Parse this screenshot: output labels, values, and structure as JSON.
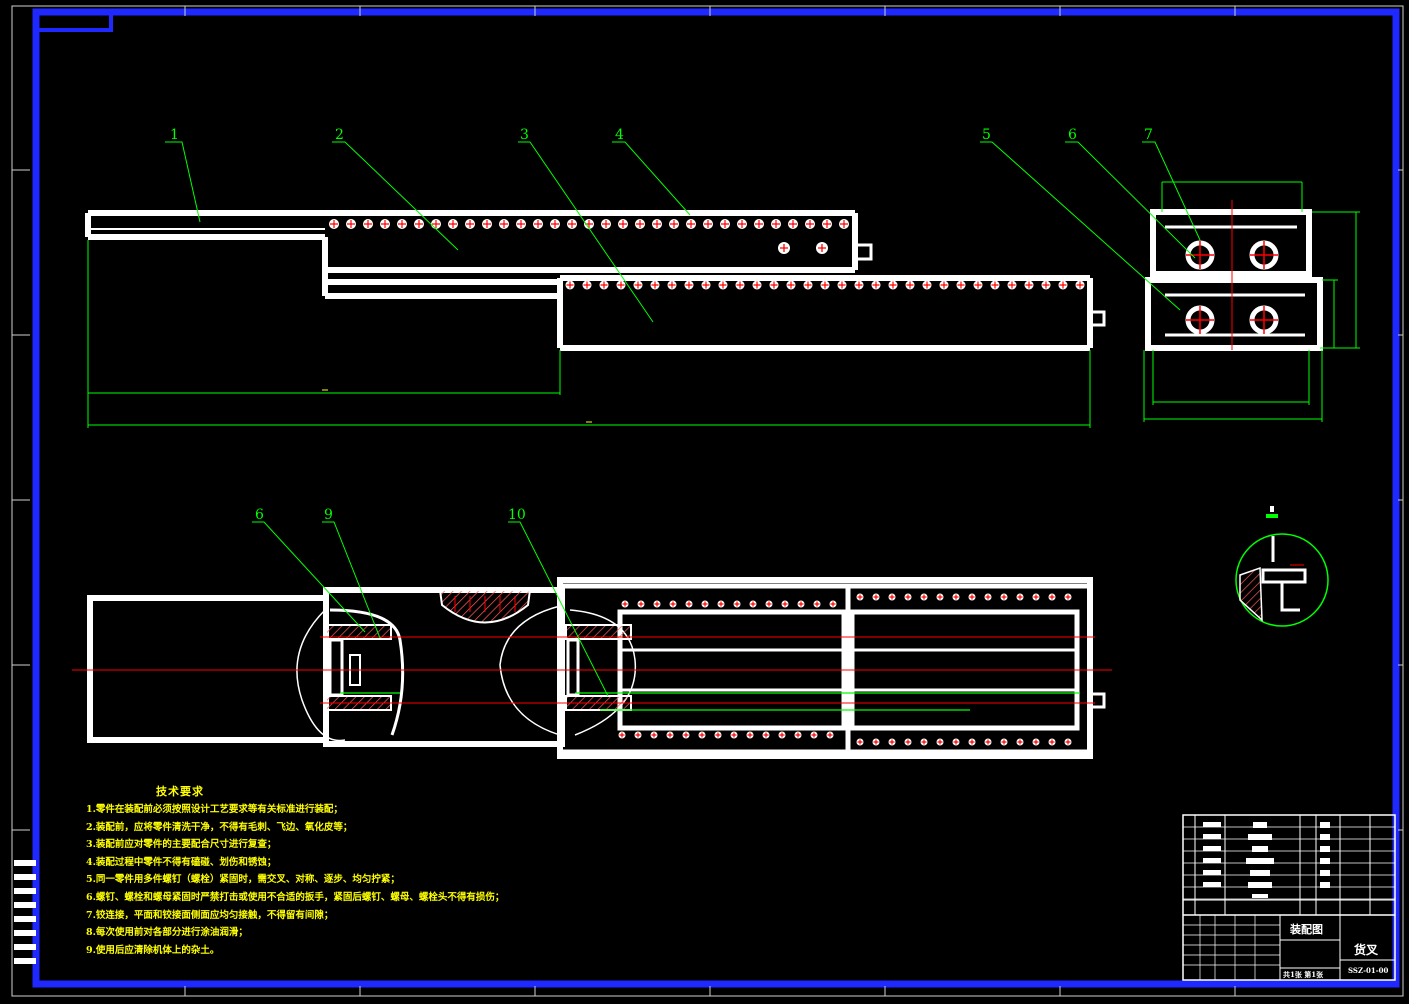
{
  "views": {
    "top_callouts": [
      "1",
      "2",
      "3",
      "4",
      "5",
      "6",
      "7"
    ],
    "bottom_callouts": [
      "6",
      "9",
      "10"
    ]
  },
  "tech_notes": {
    "title": "技术要求",
    "lines": [
      "1.零件在装配前必须按照设计工艺要求等有关标准进行装配；",
      "2.装配前，应将零件清洗干净，不得有毛刺、飞边、氧化皮等；",
      "3.装配前应对零件的主要配合尺寸进行复查；",
      "4.装配过程中零件不得有磕碰、划伤和锈蚀；",
      "5.同一零件用多件螺钉（螺栓）紧固时，需交叉、对称、逐步、均匀拧紧；",
      "6.螺钉、螺栓和螺母紧固时严禁打击或使用不合适的扳手，紧固后螺钉、螺母、螺栓头不得有损伤；",
      "7.铰连接，平面和铰接面侧面应均匀接触，不得留有间隙；",
      "8.每次使用前对各部分进行涂油润滑；",
      "9.使用后应清除机体上的杂土。"
    ]
  },
  "title_block": {
    "drawing_name": "货叉",
    "label_drawing": "装配图",
    "drawing_number": "SSZ-01-00",
    "footer": "共1张 第1张"
  },
  "colors": {
    "frame": "#1e28ff",
    "outline": "#ffffff",
    "leader": "#00ff00",
    "centerline": "#ff0000",
    "text": "#ffff00"
  }
}
